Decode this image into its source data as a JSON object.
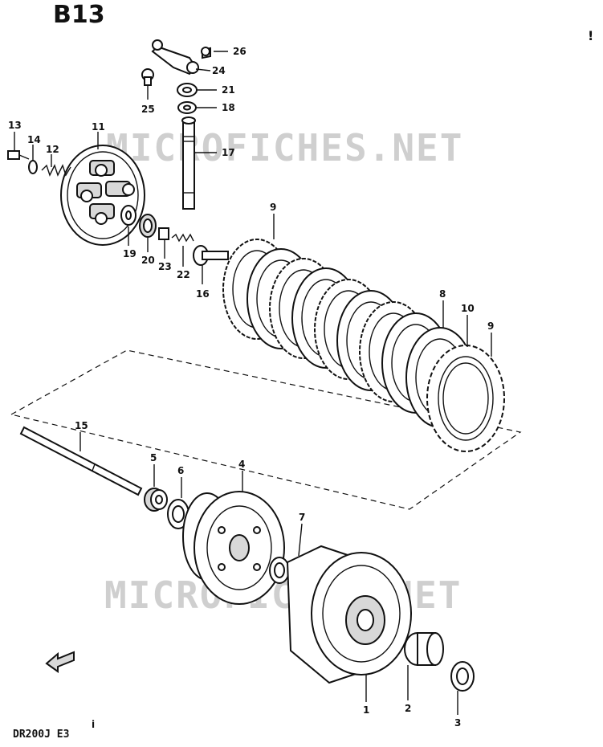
{
  "header": {
    "code": "B13",
    "exclamation": "!"
  },
  "watermark": {
    "text": "MICROFICHES.NET"
  },
  "footer": {
    "model": "DR200J E3",
    "mark": "i"
  },
  "callouts": {
    "p1": "1",
    "p2": "2",
    "p3": "3",
    "p4": "4",
    "p5": "5",
    "p6": "6",
    "p7": "7",
    "p8": "8",
    "p9a": "9",
    "p9b": "9",
    "p10": "10",
    "p11": "11",
    "p12": "12",
    "p13": "13",
    "p14": "14",
    "p15": "15",
    "p16": "16",
    "p17": "17",
    "p18": "18",
    "p19": "19",
    "p20": "20",
    "p21": "21",
    "p22": "22",
    "p23": "23",
    "p24": "24",
    "p25": "25",
    "p26": "26"
  }
}
